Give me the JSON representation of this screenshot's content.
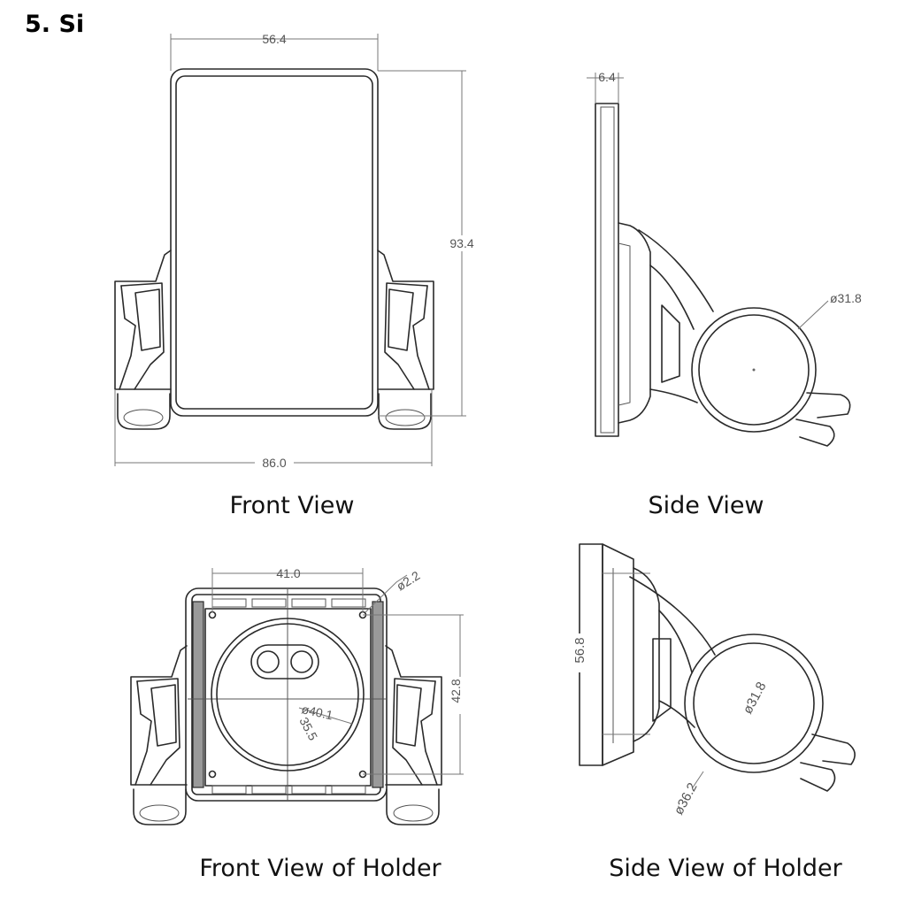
{
  "page": {
    "title": "5. Si"
  },
  "views": {
    "front": {
      "caption": "Front View",
      "dims": {
        "width": "56.4",
        "height": "93.4",
        "total_width": "86.0"
      }
    },
    "side": {
      "caption": "Side View",
      "dims": {
        "thickness": "6.4",
        "clamp_diameter": "ø31.8"
      }
    },
    "holder_front": {
      "caption": "Front View of Holder",
      "dims": {
        "hole_spacing_x": "41.0",
        "hole_diameter": "ø2.2",
        "hole_spacing_y": "42.8",
        "outer_diameter": "ø40.1",
        "inner_diameter": "35.5"
      }
    },
    "holder_side": {
      "caption": "Side View of Holder",
      "dims": {
        "height": "56.8",
        "clamp_diameter": "ø31.8",
        "ring_diameter": "ø36.2"
      }
    }
  }
}
